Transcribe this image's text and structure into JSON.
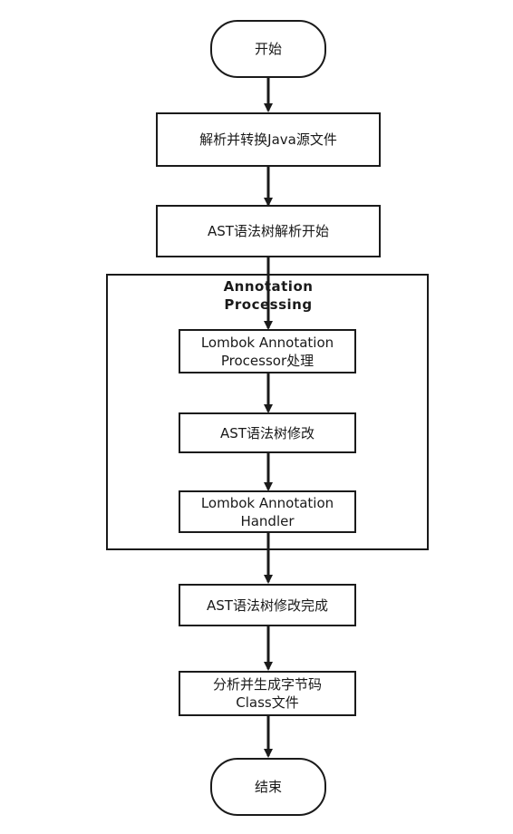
{
  "flowchart": {
    "nodes": {
      "start": "开始",
      "parse": "解析并转换Java源文件",
      "ast_start": "AST语法树解析开始",
      "lombok_processor": "Lombok Annotation\nProcessor处理",
      "ast_modify": "AST语法树修改",
      "lombok_handler": "Lombok Annotation\nHandler",
      "ast_done": "AST语法树修改完成",
      "generate": "分析并生成字节码\nClass文件",
      "end": "结束"
    },
    "group": {
      "label": "Annotation\nProcessing"
    }
  }
}
